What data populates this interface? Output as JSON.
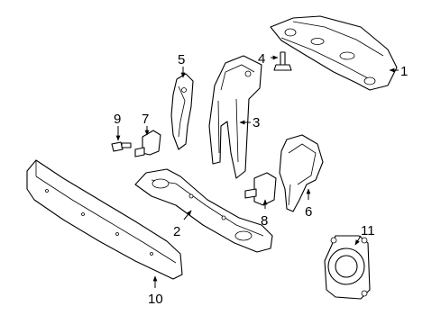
{
  "diagram": {
    "labels": {
      "p1": "1",
      "p2": "2",
      "p3": "3",
      "p4": "4",
      "p5": "5",
      "p6": "6",
      "p7": "7",
      "p8": "8",
      "p9": "9",
      "p10": "10",
      "p11": "11"
    }
  }
}
